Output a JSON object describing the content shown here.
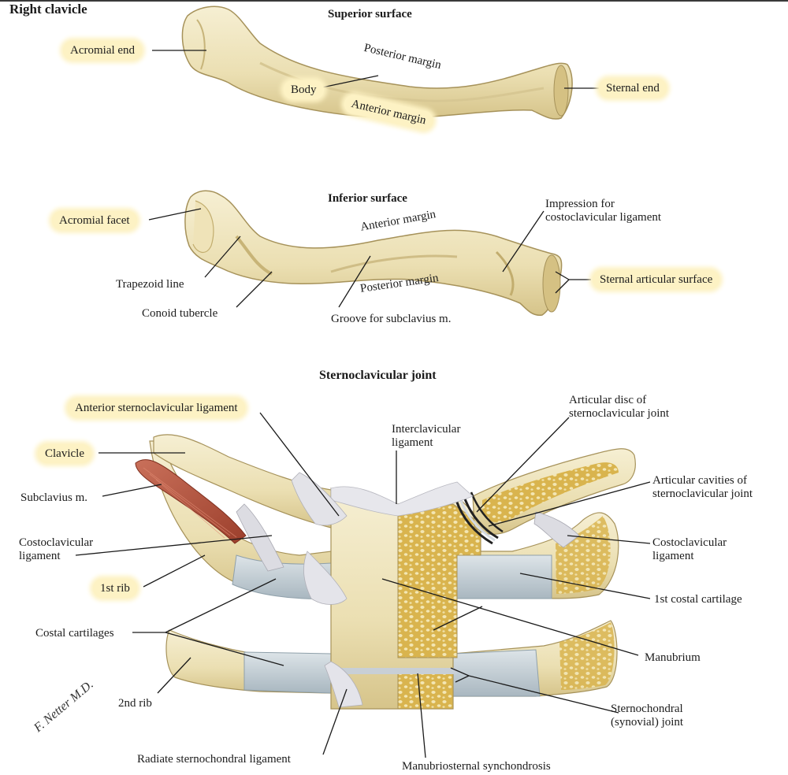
{
  "colors": {
    "bone": "#eee3b9",
    "bone_shade": "#d8c88d",
    "cancellous": "#d9b44e",
    "cartilage": "#c2cdd4",
    "ligament": "#e8e8ec",
    "muscle": "#b5543d",
    "highlight": "#fdf2c4"
  },
  "headings": {
    "title": "Right clavicle",
    "superior": "Superior surface",
    "inferior": "Inferior surface",
    "joint": "Sternoclavicular joint"
  },
  "superior_labels": {
    "acromial_end": "Acromial end",
    "posterior_margin": "Posterior margin",
    "body": "Body",
    "anterior_margin": "Anterior margin",
    "sternal_end": "Sternal end"
  },
  "inferior_labels": {
    "acromial_facet": "Acromial facet",
    "anterior_margin": "Anterior margin",
    "impression_1": "Impression for",
    "impression_2": "costoclavicular ligament",
    "trapezoid_line": "Trapezoid line",
    "posterior_margin": "Posterior margin",
    "sternal_articular_surface": "Sternal articular surface",
    "conoid_tubercle": "Conoid tubercle",
    "groove": "Groove for subclavius m."
  },
  "joint_labels": {
    "anterior_sc_ligament": "Anterior sternoclavicular ligament",
    "interclavicular_1": "Interclavicular",
    "interclavicular_2": "ligament",
    "articular_disc_1": "Articular disc of",
    "articular_disc_2": "sternoclavicular joint",
    "clavicle": "Clavicle",
    "articular_cavities_1": "Articular cavities of",
    "articular_cavities_2": "sternoclavicular joint",
    "subclavius": "Subclavius m.",
    "costoclavicular_left_1": "Costoclavicular",
    "costoclavicular_left_2": "ligament",
    "costoclavicular_right_1": "Costoclavicular",
    "costoclavicular_right_2": "ligament",
    "first_rib": "1st rib",
    "first_costal_cartilage": "1st costal cartilage",
    "costal_cartilages": "Costal cartilages",
    "manubrium": "Manubrium",
    "second_rib": "2nd rib",
    "sternochondral_1": "Sternochondral",
    "sternochondral_2": "(synovial) joint",
    "radiate_ligament": "Radiate sternochondral ligament",
    "manubriosternal": "Manubriosternal synchondrosis"
  },
  "signature": "F. Netter M.D."
}
